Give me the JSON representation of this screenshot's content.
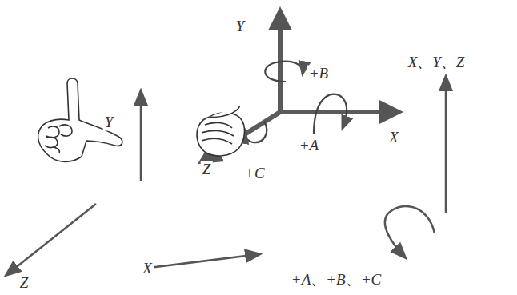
{
  "diagram": {
    "labels": [
      "Y",
      "Y",
      "+B",
      "X",
      "+A",
      "Z",
      "+C",
      "Z",
      "X",
      "X、Y、Z",
      "+A、+B、+C"
    ]
  }
}
